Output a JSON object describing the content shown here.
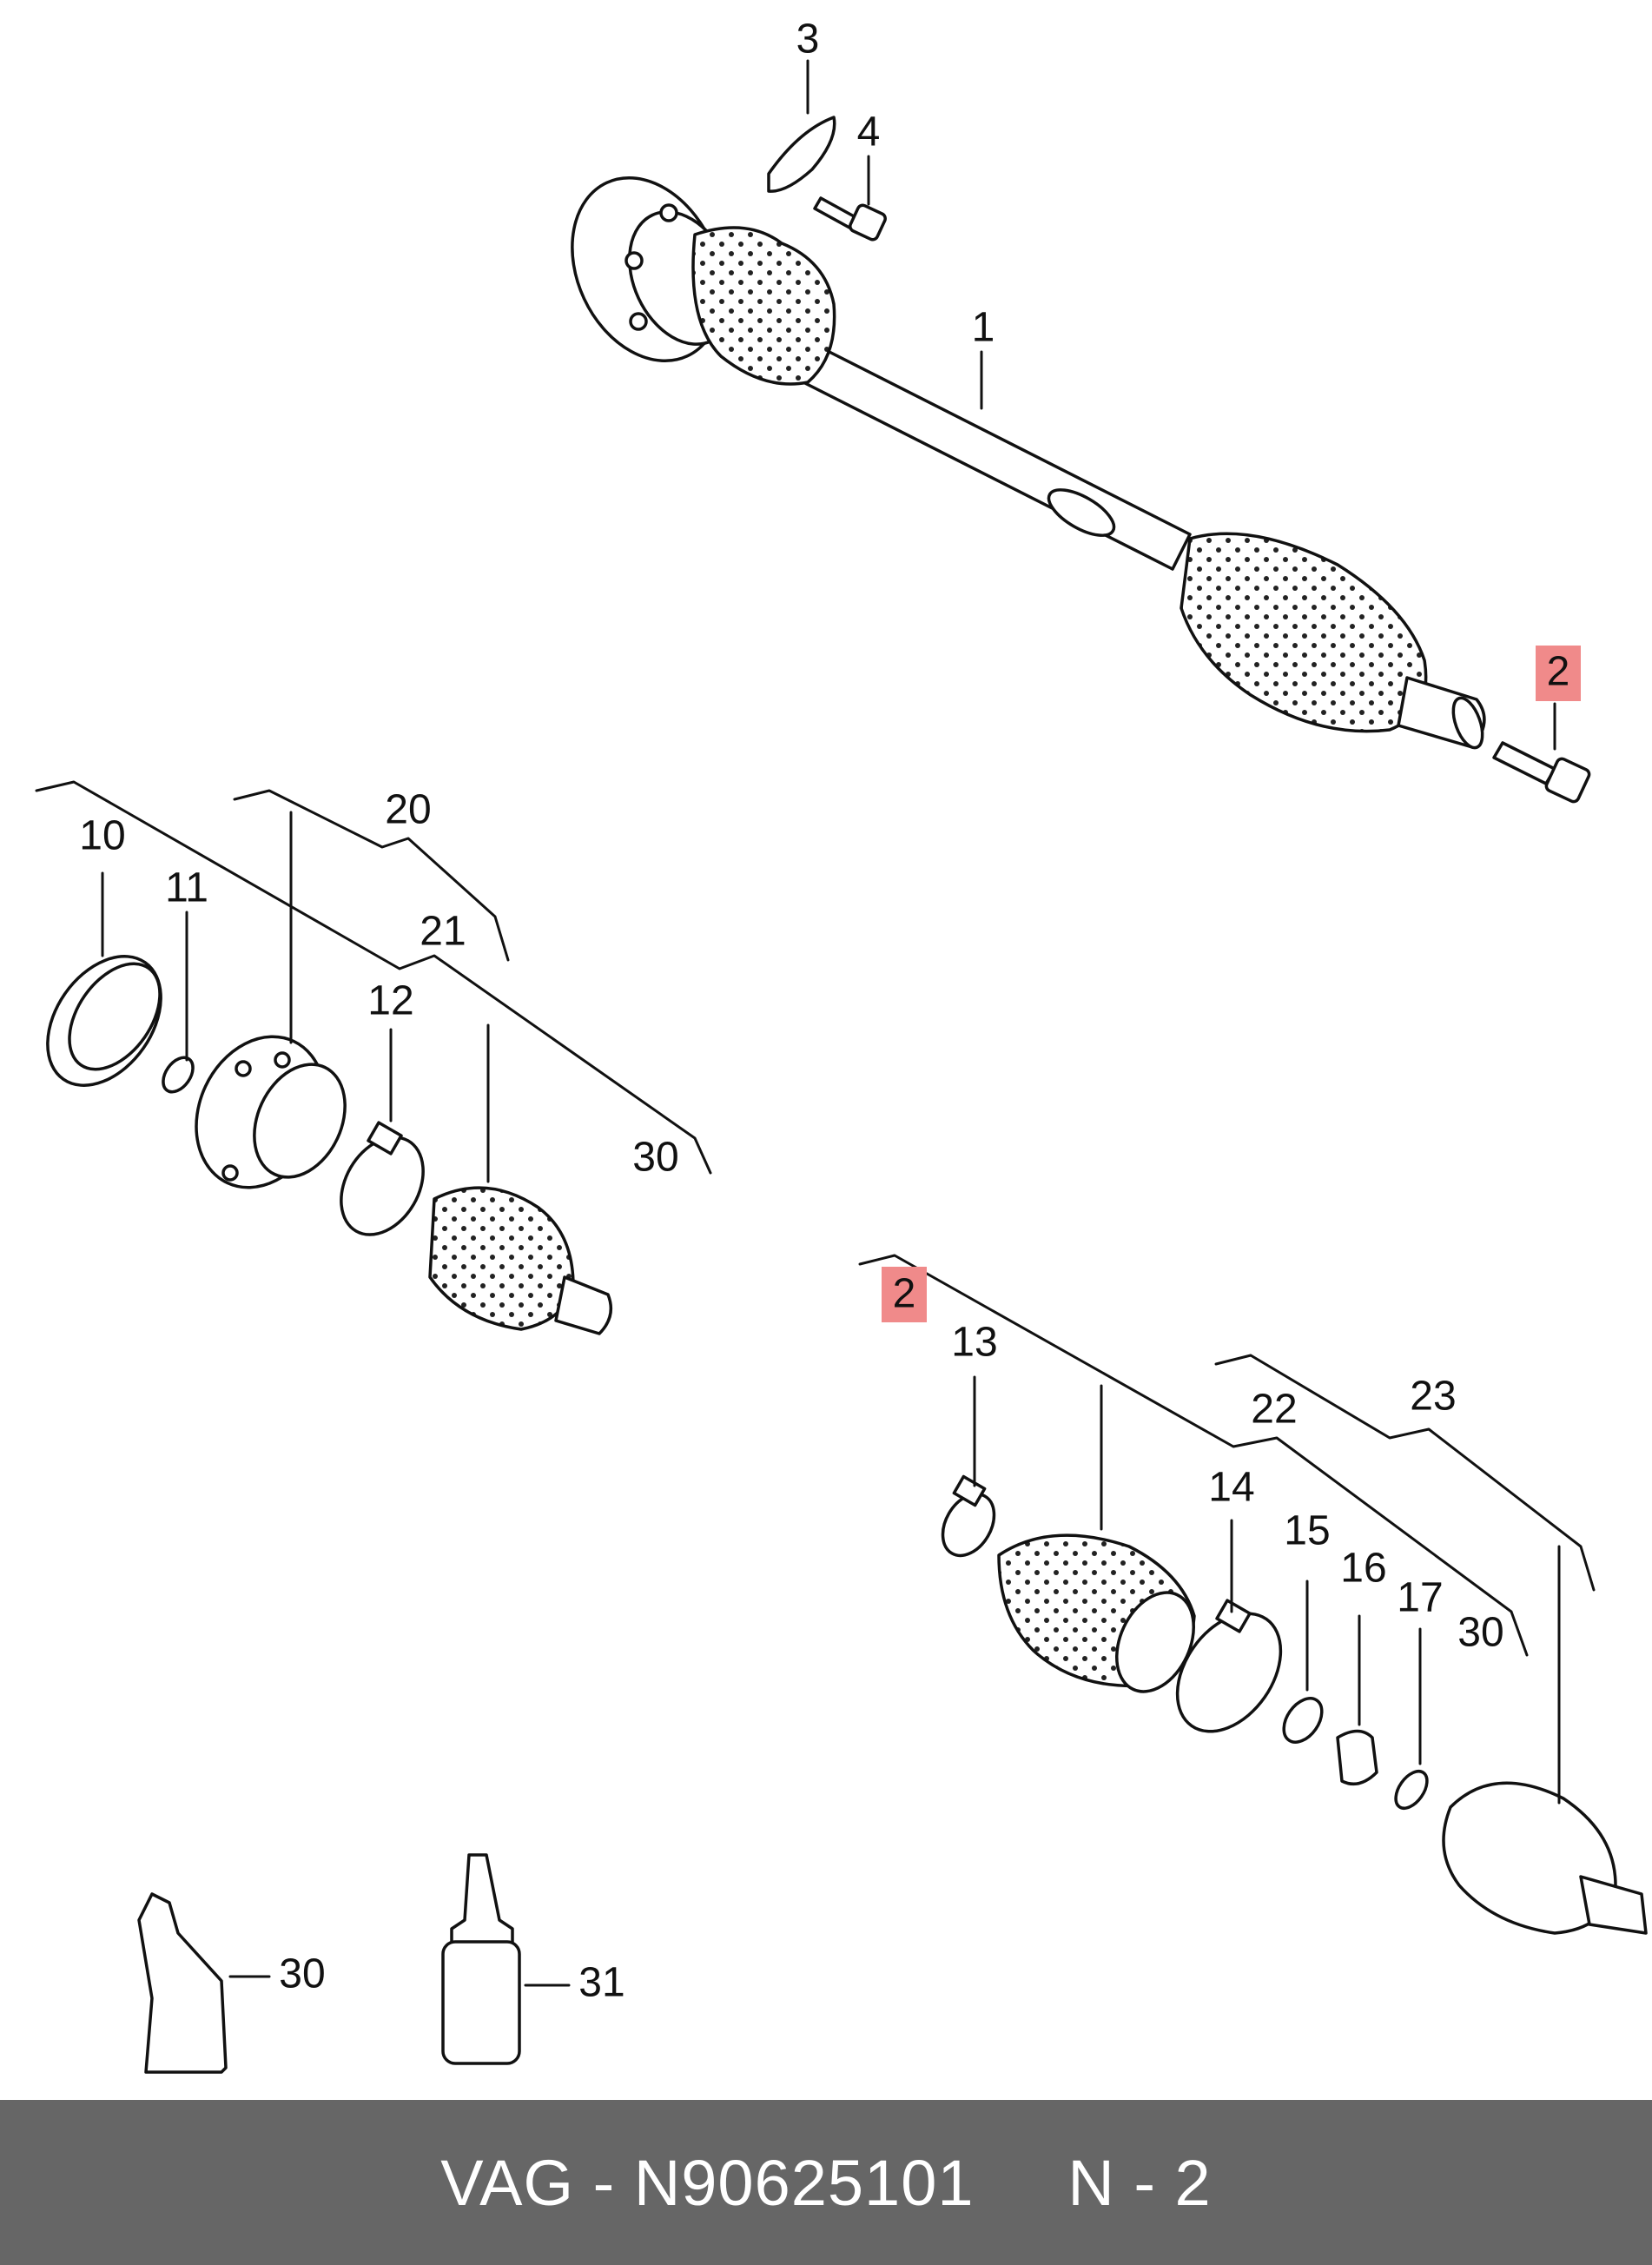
{
  "callouts": {
    "c1": "1",
    "c2_top": "2",
    "c2_mid": "2",
    "c3": "3",
    "c4": "4",
    "c10": "10",
    "c11": "11",
    "c12": "12",
    "c13": "13",
    "c14": "14",
    "c15": "15",
    "c16": "16",
    "c17": "17",
    "c20": "20",
    "c21": "21",
    "c22": "22",
    "c23": "23",
    "c30_a": "30",
    "c30_b": "30",
    "c30_c": "30",
    "c31": "31"
  },
  "highlight_color": "#f08a8a",
  "footer": {
    "text": "VAG - N90625101     N - 2",
    "background": "#666666",
    "color": "#ffffff"
  }
}
